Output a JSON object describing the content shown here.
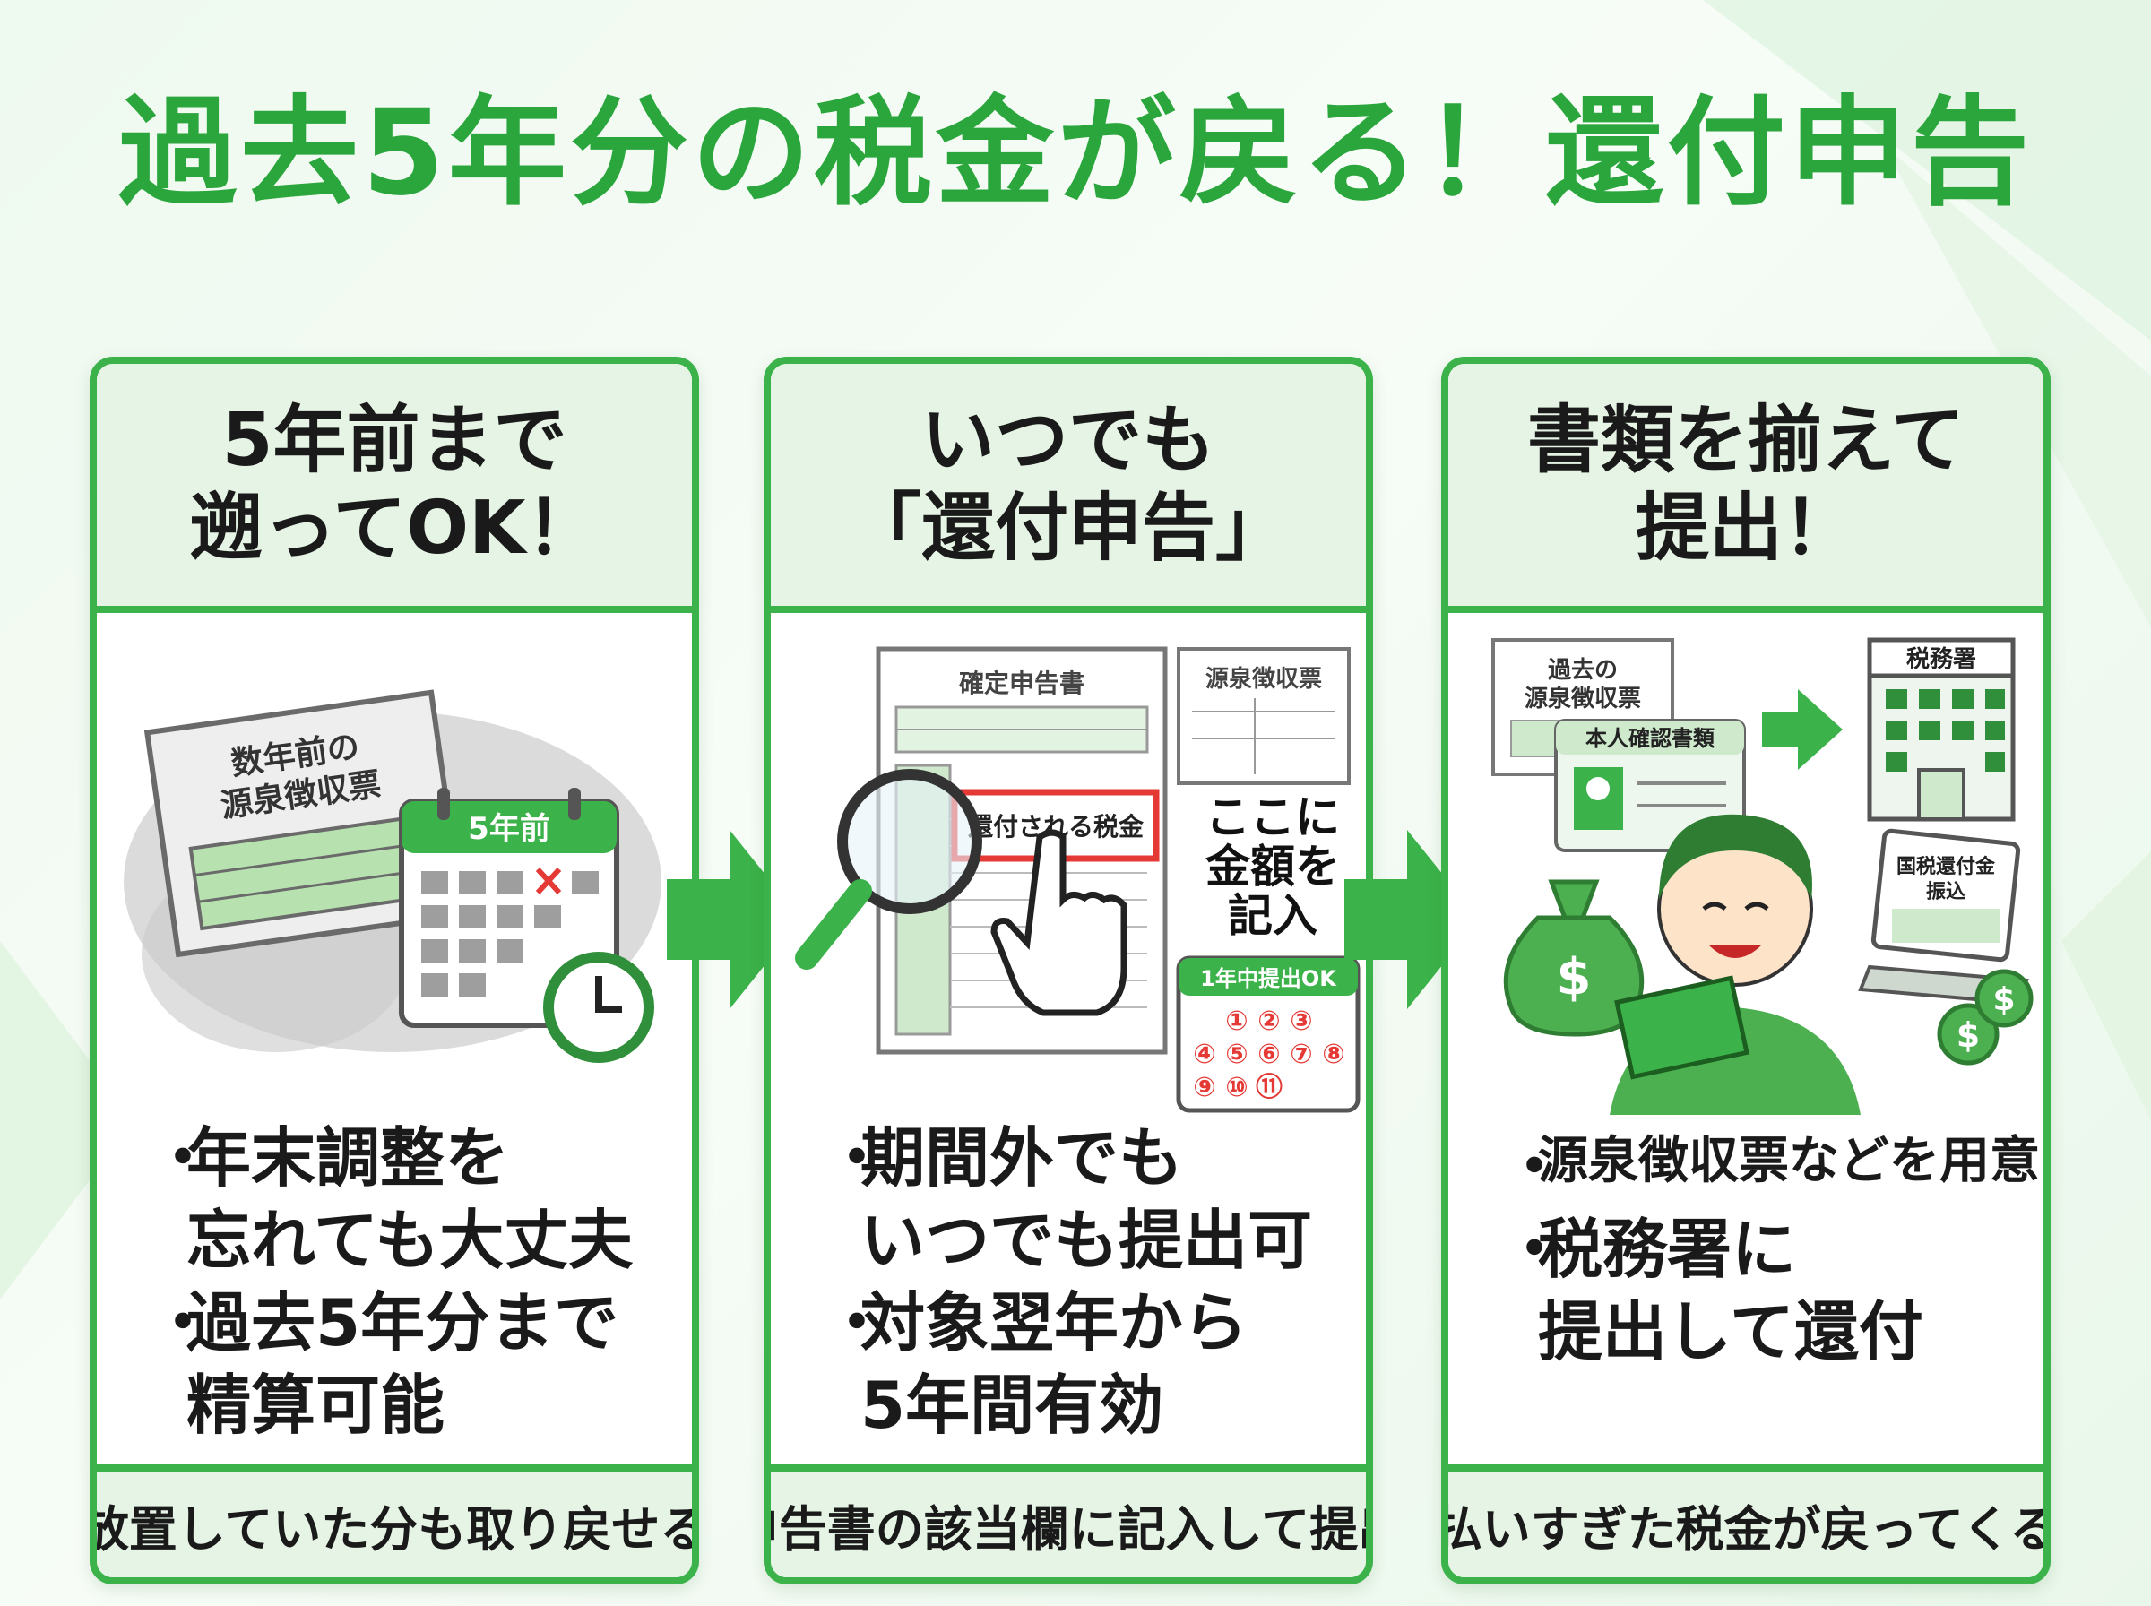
{
  "title": "過去5年分の税金が戻る！還付申告",
  "colors": {
    "accent": "#3cb24a",
    "title": "#2aa63c",
    "header_bg": "#e6f4e5",
    "mark": "#e53935"
  },
  "panels": [
    {
      "heading": [
        "5年前まで",
        "遡ってOK！"
      ],
      "illustration": {
        "doc_label": [
          "数年前の",
          "源泉徴収票"
        ],
        "calendar_label": "5年前",
        "icons": [
          "document-icon",
          "calendar-icon",
          "clock-icon"
        ]
      },
      "bullets": [
        [
          "年末調整を",
          "忘れても大丈夫"
        ],
        [
          "過去5年分まで",
          "精算可能"
        ]
      ],
      "footer": "放置していた分も取り戻せる"
    },
    {
      "heading": [
        "いつでも",
        "「還付申告」"
      ],
      "illustration": {
        "form_title": "確定申告書",
        "highlight_label": "還付される税金",
        "receipt_title": "源泉徴収票",
        "note": [
          "ここに",
          "金額を",
          "記入"
        ],
        "calendar_label": "1年中提出OK",
        "calendar_days": [
          "①",
          "②",
          "③",
          "④",
          "⑤",
          "⑥",
          "⑦",
          "⑧",
          "⑨",
          "⑩",
          "⑪"
        ],
        "icons": [
          "magnifier-icon",
          "pointer-hand-icon",
          "calendar-icon"
        ]
      },
      "bullets": [
        [
          "期間外でも",
          "いつでも提出可"
        ],
        [
          "対象翌年から",
          "5年間有効"
        ]
      ],
      "footer": "申告書の該当欄に記入して提出"
    },
    {
      "heading": [
        "書類を揃えて",
        "提出！"
      ],
      "illustration": {
        "doc_label": [
          "過去の",
          "源泉徴収票"
        ],
        "id_label": "本人確認書類",
        "office_label": "税務署",
        "laptop_label": [
          "国税還付金",
          "振込"
        ],
        "icons": [
          "id-card-icon",
          "arrow-icon",
          "tax-office-icon",
          "money-bag-icon",
          "person-icon",
          "laptop-icon",
          "coin-icon"
        ],
        "dollar": "$"
      },
      "bullets": [
        [
          "源泉徴収票などを用意"
        ],
        [
          "税務署に",
          "提出して還付"
        ]
      ],
      "footer": "払いすぎた税金が戻ってくる"
    }
  ]
}
